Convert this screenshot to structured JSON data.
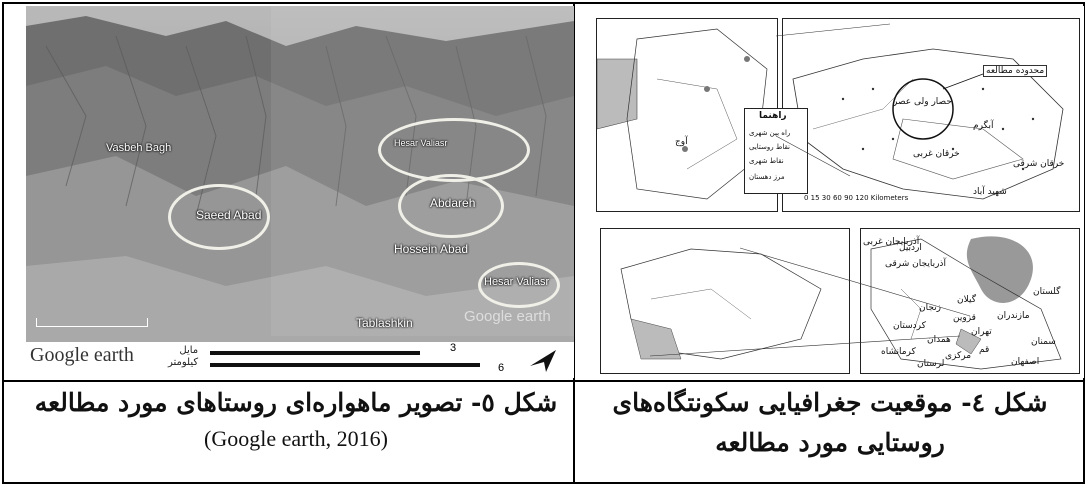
{
  "left_panel": {
    "caption_title": "شکل ٥- تصویر ماهواره‌ای روستاهای مورد مطالعه",
    "caption_source": "(Google earth, 2016)",
    "labels": {
      "saeed_abad": "Saeed Abad",
      "abdareh": "Abdareh",
      "hossein_abad": "Hossein Abad",
      "hesar_valiasr": "Hesar Valiasr",
      "tablashkin": "Tablashkin",
      "top_left": "Vasbeh Bagh",
      "top_right_oval": "Hesar Valiasr"
    },
    "google_logo": "Google earth",
    "watermark": "Google earth",
    "scale_label_fa": "مایل",
    "scale_label_fa2": "کیلومتر",
    "scale_value_1": "3",
    "scale_value_2": "6"
  },
  "right_panel": {
    "caption_title_line1": "شکل ٤- موقعیت جغرافیایی سکونتگاه‌های",
    "caption_title_line2": "روستایی مورد مطالعه",
    "map_labels": {
      "study_area": "محدوده مطالعه",
      "abgarm": "آبگرم",
      "kharaghan_sharghi": "خرقان شرقی",
      "kharaghan_gharbi": "خرقان غربی",
      "shahid_abad": "شهید آباد",
      "hesar": "حصار ولی عصر",
      "avaj": "آوج",
      "legend_title": "راهنما",
      "legend_1": "راه بین شهری",
      "legend_2": "نقاط روستایی",
      "legend_3": "نقاط شهری",
      "legend_4": "مرز دهستان",
      "scale_km": "0 15 30 60 90 120 Kilometers",
      "tehran": "تهران",
      "qazvin": "قزوین",
      "zanjan": "زنجان",
      "gilan": "گیلان",
      "mazandaran": "مازندران",
      "semnan": "سمنان",
      "qom": "قم",
      "hamedan": "همدان",
      "markazi": "مرکزی",
      "esfahan": "اصفهان",
      "kermanshah": "کرمانشاه",
      "kordestan": "کردستان",
      "ardabil": "اردبیل",
      "azarbayjan_sharghi": "آذربایجان شرقی",
      "azarbayjan_gharbi": "آذربایجان غربی",
      "golestan": "گلستان",
      "lorestan": "لرستان"
    }
  }
}
